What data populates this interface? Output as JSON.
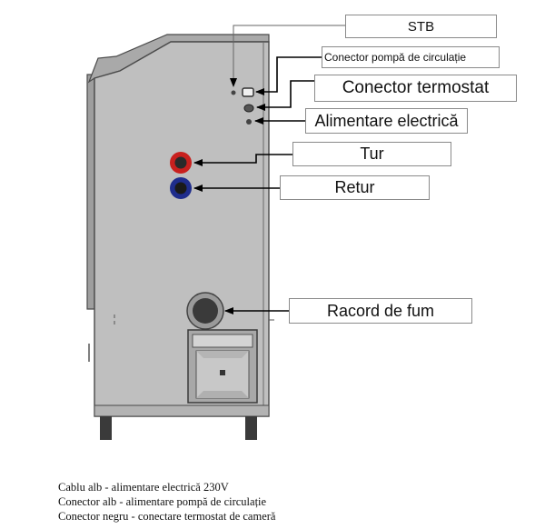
{
  "callouts": {
    "stb": "STB",
    "pump_connector": "Conector pompă de circulație",
    "thermostat_connector": "Conector termostat",
    "power_supply": "Alimentare electrică",
    "flow": "Tur",
    "return": "Retur",
    "flue_connector": "Racord de fum"
  },
  "legend": [
    "Cablu alb - alimentare electrică 230V",
    "Conector alb - alimentare pompă de circulație",
    "Conector negru - conectare termostat de cameră"
  ],
  "colors": {
    "stove_body": "#bfbfbf",
    "stove_outline": "#4a4a4a",
    "flow_pipe": "#c8201e",
    "return_pipe": "#1f2d8c",
    "arrow": "#000000"
  }
}
